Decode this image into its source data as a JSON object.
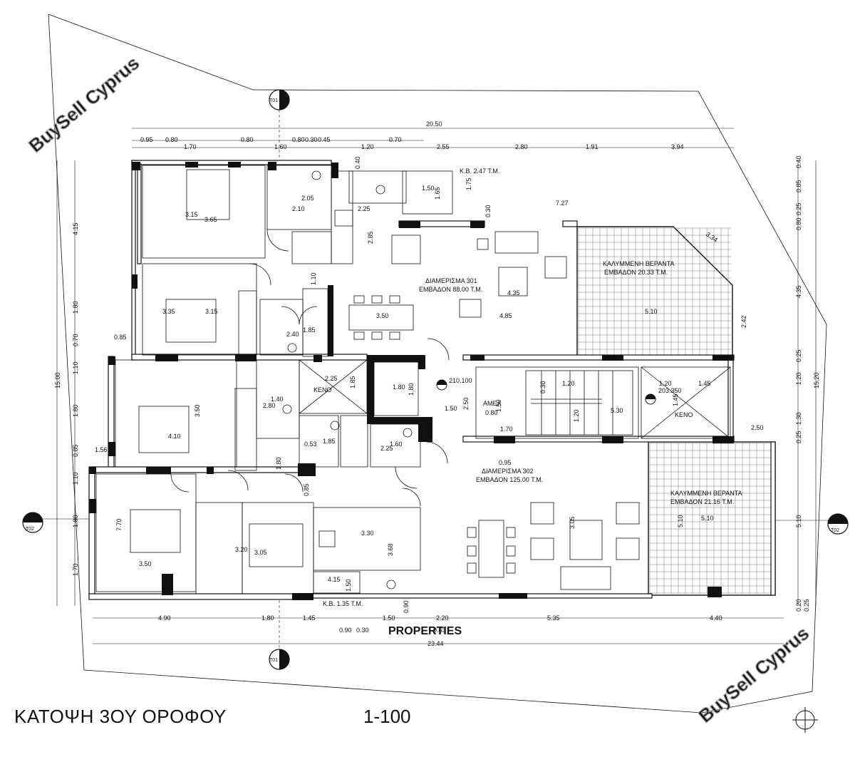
{
  "drawing_title": "ΚΑΤΟΨΗ 3ΟΥ ΟΡΟΦΟΥ",
  "scale": "1-100",
  "watermarks": {
    "top_left": "BuySell Cyprus",
    "bottom_right": "BuySell Cyprus",
    "center": "PROPERTIES"
  },
  "section_markers": {
    "top": "T01",
    "bottom": "T01",
    "left": "T02",
    "right": "T02"
  },
  "labels": {
    "apt301_name": "ΔΙΑΜΕΡΙΣΜΑ 301",
    "apt301_area": "ΕΜΒΑΔΟΝ 88.00 Τ.Μ.",
    "apt302_name": "ΔΙΑΜΕΡΙΣΜΑ 302",
    "apt302_area": "ΕΜΒΑΔΟΝ 125.00 Τ.Μ.",
    "veranda1_name": "ΚΑΛΥΜΜΕΝΗ ΒΕΡΑΝΤΑ",
    "veranda1_area": "ΕΜΒΑΔΟΝ 20.33 Τ.Μ.",
    "veranda2_name": "ΚΑΛΥΜΜΕΝΗ ΒΕΡΑΝΤΑ",
    "veranda2_area": "ΕΜΒΑΔΟΝ 21.16 Τ.Μ.",
    "kb_top": "Κ.Β. 2.47 Τ.Μ.",
    "kb_bottom": "Κ.Β. 1.35 Τ.Μ.",
    "keno1": "ΚΕΝΟ",
    "keno2": "ΚΕΝΟ",
    "amea": "ΑΜΕΑ",
    "level1": "210.100",
    "level2": "203.350"
  },
  "dims": {
    "top_total": "20.50",
    "top_row": [
      "0.95",
      "0.80",
      "0.80",
      "0.80",
      "0.30",
      "0.45",
      "0.70"
    ],
    "top_row2": [
      "1.70",
      "1.60",
      "1.20",
      "2.55",
      "2.80",
      "1.91",
      "3.94"
    ],
    "bottom_row": [
      "4.90",
      "1.80",
      "1.45",
      "1.50",
      "2.20",
      "5.35",
      "4.40"
    ],
    "bottom_sub": [
      "0.90",
      "0.30",
      "0.63"
    ],
    "bottom_total": "23.44",
    "left_total": "15.00",
    "left_col": [
      "4.15",
      "1.80",
      "0.70",
      "1.10",
      "1.80",
      "0.85",
      "1.10",
      "1.80",
      "1.70"
    ],
    "right_total": "15.20",
    "right_col": [
      "0.40",
      "0.85",
      "0.25",
      "0.80",
      "4.35",
      "0.25",
      "1.20",
      "1.30",
      "0.25",
      "5.10",
      "0.20",
      "0.25"
    ],
    "interior": [
      "3.15",
      "3.65",
      "2.05",
      "2.10",
      "2.25",
      "2.85",
      "1.50",
      "1.65",
      "1.75",
      "0.40",
      "0.30",
      "7.27",
      "3.34",
      "4.35",
      "5.10",
      "2.42",
      "3.35",
      "3.15",
      "1.10",
      "3.50",
      "4.85",
      "2.40",
      "1.85",
      "0.85",
      "2.25",
      "1.85",
      "1.40",
      "2.80",
      "3.50",
      "4.10",
      "1.80",
      "1.80",
      "1.50",
      "2.50",
      "0.80",
      "1.50",
      "1.20",
      "0.30",
      "5.30",
      "1.20",
      "1.70",
      "1.20",
      "1.45",
      "1.45",
      "2.50",
      "1.56",
      "0.53",
      "1.85",
      "2.25",
      "1.60",
      "1.80",
      "0.85",
      "0.95",
      "7.70",
      "3.50",
      "3.20",
      "3.05",
      "3.30",
      "3.68",
      "3.05",
      "5.10",
      "5.10",
      "4.15",
      "1.50",
      "0.90",
      "0.20"
    ]
  }
}
